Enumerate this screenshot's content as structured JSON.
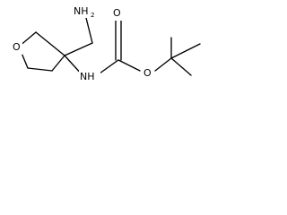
{
  "structure": {
    "atoms": {
      "amine_n": "NH",
      "amine_sub": "2",
      "ring_oxygen": "O",
      "carbamate_nh": "NH",
      "carbonyl_oxygen": "O",
      "ester_oxygen": "O"
    }
  }
}
